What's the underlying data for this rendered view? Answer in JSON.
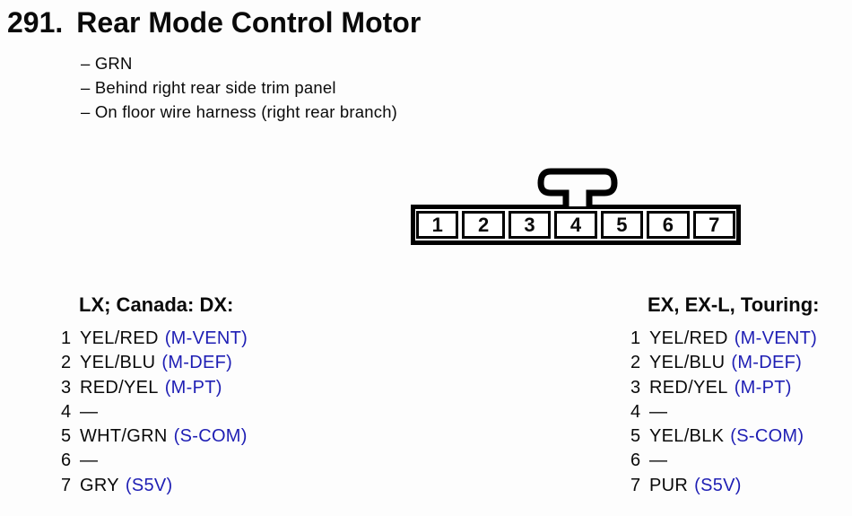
{
  "header": {
    "number": "291.",
    "title": "Rear Mode Control Motor",
    "notes": [
      "– GRN",
      "– Behind right rear side trim panel",
      "– On floor wire harness (right rear branch)"
    ]
  },
  "connector": {
    "pins": [
      "1",
      "2",
      "3",
      "4",
      "5",
      "6",
      "7"
    ]
  },
  "pinouts": [
    {
      "header": "LX; Canada: DX:",
      "rows": [
        {
          "pin": "1",
          "wire": "YEL/RED",
          "signal": "(M-VENT)"
        },
        {
          "pin": "2",
          "wire": "YEL/BLU",
          "signal": "(M-DEF)"
        },
        {
          "pin": "3",
          "wire": "RED/YEL",
          "signal": "(M-PT)"
        },
        {
          "pin": "4",
          "wire": "—",
          "signal": ""
        },
        {
          "pin": "5",
          "wire": "WHT/GRN",
          "signal": "(S-COM)"
        },
        {
          "pin": "6",
          "wire": "—",
          "signal": ""
        },
        {
          "pin": "7",
          "wire": "GRY",
          "signal": "(S5V)"
        }
      ]
    },
    {
      "header": "EX, EX-L, Touring:",
      "rows": [
        {
          "pin": "1",
          "wire": "YEL/RED",
          "signal": "(M-VENT)"
        },
        {
          "pin": "2",
          "wire": "YEL/BLU",
          "signal": "(M-DEF)"
        },
        {
          "pin": "3",
          "wire": "RED/YEL",
          "signal": "(M-PT)"
        },
        {
          "pin": "4",
          "wire": "—",
          "signal": ""
        },
        {
          "pin": "5",
          "wire": "YEL/BLK",
          "signal": "(S-COM)"
        },
        {
          "pin": "6",
          "wire": "—",
          "signal": ""
        },
        {
          "pin": "7",
          "wire": "PUR",
          "signal": "(S5V)"
        }
      ]
    }
  ],
  "colors": {
    "signal_blue": "#1E1EB4",
    "ink": "#0a0a0a",
    "background": "#fdfdfd"
  }
}
